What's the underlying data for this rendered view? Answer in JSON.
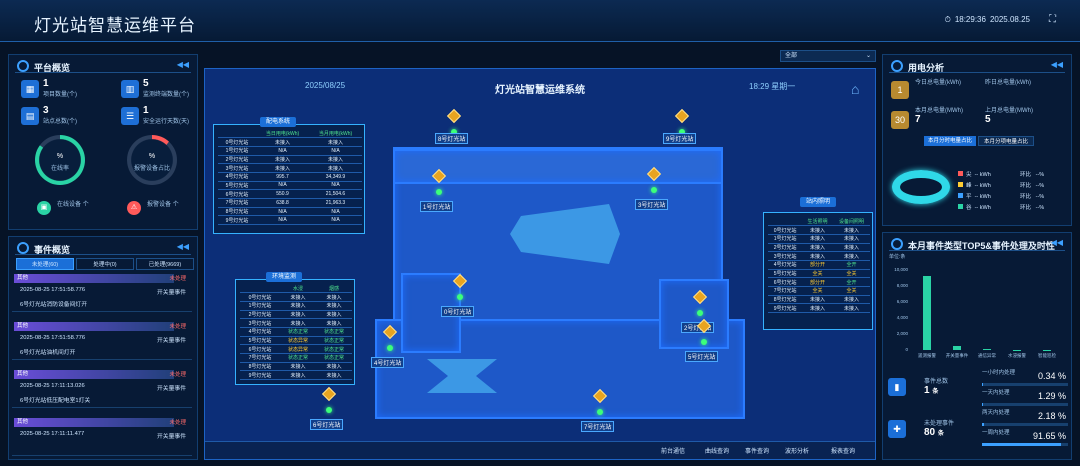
{
  "app": {
    "title": "灯光站智慧运维平台",
    "time": "18:29:36",
    "date": "2025.08.25"
  },
  "overview": {
    "title": "平台概览",
    "stats": [
      {
        "value": "1",
        "label": "项目数量(个)"
      },
      {
        "value": "5",
        "label": "监测终端数量(个)"
      },
      {
        "value": "3",
        "label": "站点总数(个)"
      },
      {
        "value": "1",
        "label": "安全运行天数(天)"
      }
    ],
    "rings": [
      {
        "value": "%",
        "label": "在线率",
        "color": "#2ad3a5",
        "fraction": 0.85
      },
      {
        "value": "%",
        "label": "报警设备占比",
        "color": "#ff5a5a",
        "fraction": 0.12
      }
    ],
    "online_label": "在线设备",
    "online_unit": "个",
    "alarm_label": "报警设备",
    "alarm_unit": "个"
  },
  "events": {
    "title": "事件概览",
    "tabs": [
      "未处理(60)",
      "处理中(0)",
      "已处理(9669)"
    ],
    "items": [
      {
        "tag": "其他",
        "status": "未处理",
        "time": "2025-08-25 17:51:58.776",
        "type": "开关量事件",
        "desc": "6号灯光站消防设备间灯开"
      },
      {
        "tag": "其他",
        "status": "未处理",
        "time": "2025-08-25 17:51:58.776",
        "type": "开关量事件",
        "desc": "6号灯光站油机间灯开"
      },
      {
        "tag": "其他",
        "status": "未处理",
        "time": "2025-08-25 17:11:13.026",
        "type": "开关量事件",
        "desc": "6号灯光站低压配电室1灯关"
      },
      {
        "tag": "其他",
        "status": "未处理",
        "time": "2025-08-25 17:11:11.477",
        "type": "开关量事件",
        "desc": ""
      }
    ]
  },
  "center": {
    "title": "灯光站智慧运维系统",
    "date": "2025/08/25",
    "time": "18:29 星期一",
    "select": "全部",
    "power_table": {
      "title": "配电系统",
      "headers": [
        "",
        "当日用电(kWh)",
        "当月用电(kWh)"
      ],
      "rows": [
        [
          "0号灯光站",
          "未接入",
          "未接入"
        ],
        [
          "1号灯光站",
          "N/A",
          "N/A"
        ],
        [
          "2号灯光站",
          "未接入",
          "未接入"
        ],
        [
          "3号灯光站",
          "未接入",
          "未接入"
        ],
        [
          "4号灯光站",
          "995.7",
          "34,349.9"
        ],
        [
          "5号灯光站",
          "N/A",
          "N/A"
        ],
        [
          "6号灯光站",
          "550.9",
          "21,504.6"
        ],
        [
          "7号灯光站",
          "638.8",
          "21,963.3"
        ],
        [
          "8号灯光站",
          "N/A",
          "N/A"
        ],
        [
          "9号灯光站",
          "N/A",
          "N/A"
        ]
      ]
    },
    "env_table": {
      "title": "环境监测",
      "headers": [
        "",
        "水浸",
        "烟感"
      ],
      "rows": [
        [
          "0号灯光站",
          "未接入",
          "未接入"
        ],
        [
          "1号灯光站",
          "未接入",
          "未接入"
        ],
        [
          "2号灯光站",
          "未接入",
          "未接入"
        ],
        [
          "3号灯光站",
          "未接入",
          "未接入"
        ],
        [
          "4号灯光站",
          "状态正常",
          "状态正常"
        ],
        [
          "5号灯光站",
          "状态异常",
          "状态正常"
        ],
        [
          "6号灯光站",
          "状态异常",
          "状态正常"
        ],
        [
          "7号灯光站",
          "状态正常",
          "状态正常"
        ],
        [
          "8号灯光站",
          "未接入",
          "未接入"
        ],
        [
          "9号灯光站",
          "未接入",
          "未接入"
        ]
      ]
    },
    "light_table": {
      "title": "站内照明",
      "headers": [
        "",
        "生活照明",
        "设备间照明"
      ],
      "rows": [
        [
          "0号灯光站",
          "未接入",
          "未接入"
        ],
        [
          "1号灯光站",
          "未接入",
          "未接入"
        ],
        [
          "2号灯光站",
          "未接入",
          "未接入"
        ],
        [
          "3号灯光站",
          "未接入",
          "未接入"
        ],
        [
          "4号灯光站",
          "部分开",
          "全开"
        ],
        [
          "5号灯光站",
          "全关",
          "全关"
        ],
        [
          "6号灯光站",
          "部分开",
          "全开"
        ],
        [
          "7号灯光站",
          "全关",
          "全关"
        ],
        [
          "8号灯光站",
          "未接入",
          "未接入"
        ],
        [
          "9号灯光站",
          "未接入",
          "未接入"
        ]
      ]
    },
    "stations": [
      "0号灯光站",
      "1号灯光站",
      "2号灯光站",
      "3号灯光站",
      "4号灯光站",
      "5号灯光站",
      "6号灯光站",
      "7号灯光站",
      "8号灯光站",
      "9号灯光站"
    ],
    "bottom": [
      "前台通信",
      "曲线查询",
      "事件查询",
      "波形分析",
      "报表查询"
    ]
  },
  "power": {
    "title": "用电分析",
    "meters": [
      {
        "label": "今日总电量(kWh)"
      },
      {
        "label": "昨日总电量(kWh)"
      },
      {
        "label": "本月总电量(MWh)",
        "value": "7"
      },
      {
        "label": "上月总电量(MWh)",
        "value": "5"
      }
    ],
    "tabs": [
      "本月分时电量占比",
      "本月分项电量占比"
    ],
    "legend": [
      {
        "name": "尖",
        "color": "#ff5a5a",
        "value": "-- kWh",
        "ratio_label": "环比",
        "ratio": "--%"
      },
      {
        "name": "峰",
        "color": "#ffcc33",
        "value": "-- kWh",
        "ratio_label": "环比",
        "ratio": "--%"
      },
      {
        "name": "平",
        "color": "#3ca0ff",
        "value": "-- kWh",
        "ratio_label": "环比",
        "ratio": "--%"
      },
      {
        "name": "谷",
        "color": "#2ad3a5",
        "value": "-- kWh",
        "ratio_label": "环比",
        "ratio": "--%"
      }
    ]
  },
  "top5": {
    "title": "本月事件类型TOP5&事件处理及时性",
    "unit": "单位:条",
    "chart_data": {
      "type": "bar",
      "categories": [
        "遥测报警",
        "开关量事件",
        "通信异常",
        "水浸报警",
        "智能巡检"
      ],
      "values": [
        9200,
        500,
        120,
        60,
        40
      ],
      "ylim": [
        0,
        10000
      ],
      "yticks": [
        "10,000",
        "8,000",
        "6,000",
        "4,000",
        "2,000",
        "0"
      ]
    },
    "total_label": "事件总数",
    "total_value": "1",
    "total_unit": "条",
    "pending_label": "未处理事件",
    "pending_value": "80",
    "pending_unit": "条",
    "timeliness": [
      {
        "label": "一小时内处理",
        "pct": "0.34 %",
        "frac": 0.0034
      },
      {
        "label": "一天内处理",
        "pct": "1.29 %",
        "frac": 0.0129
      },
      {
        "label": "两天内处理",
        "pct": "2.18 %",
        "frac": 0.0218
      },
      {
        "label": "一周内处理",
        "pct": "91.65 %",
        "frac": 0.9165
      }
    ]
  }
}
